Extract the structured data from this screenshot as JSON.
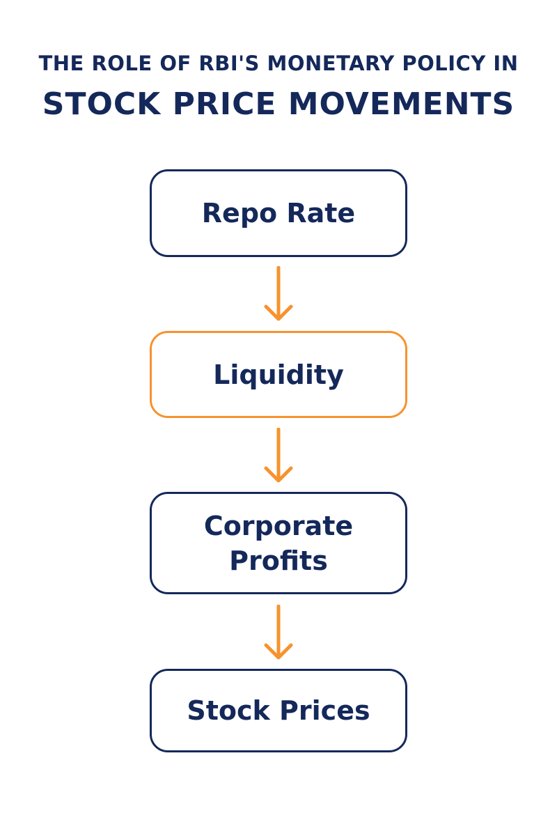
{
  "title": {
    "line1": "THE ROLE OF RBI'S MONETARY POLICY IN",
    "line2": "STOCK PRICE MOVEMENTS"
  },
  "colors": {
    "navy": "#14285a",
    "orange": "#f7922e",
    "background": "#ffffff"
  },
  "flow": {
    "nodes": [
      {
        "label": "Repo Rate",
        "highlighted": false
      },
      {
        "label": "Liquidity",
        "highlighted": true
      },
      {
        "label": "Corporate\nProfits",
        "highlighted": false
      },
      {
        "label": "Stock Prices",
        "highlighted": false
      }
    ],
    "arrow_icon": "down-arrow-icon"
  }
}
